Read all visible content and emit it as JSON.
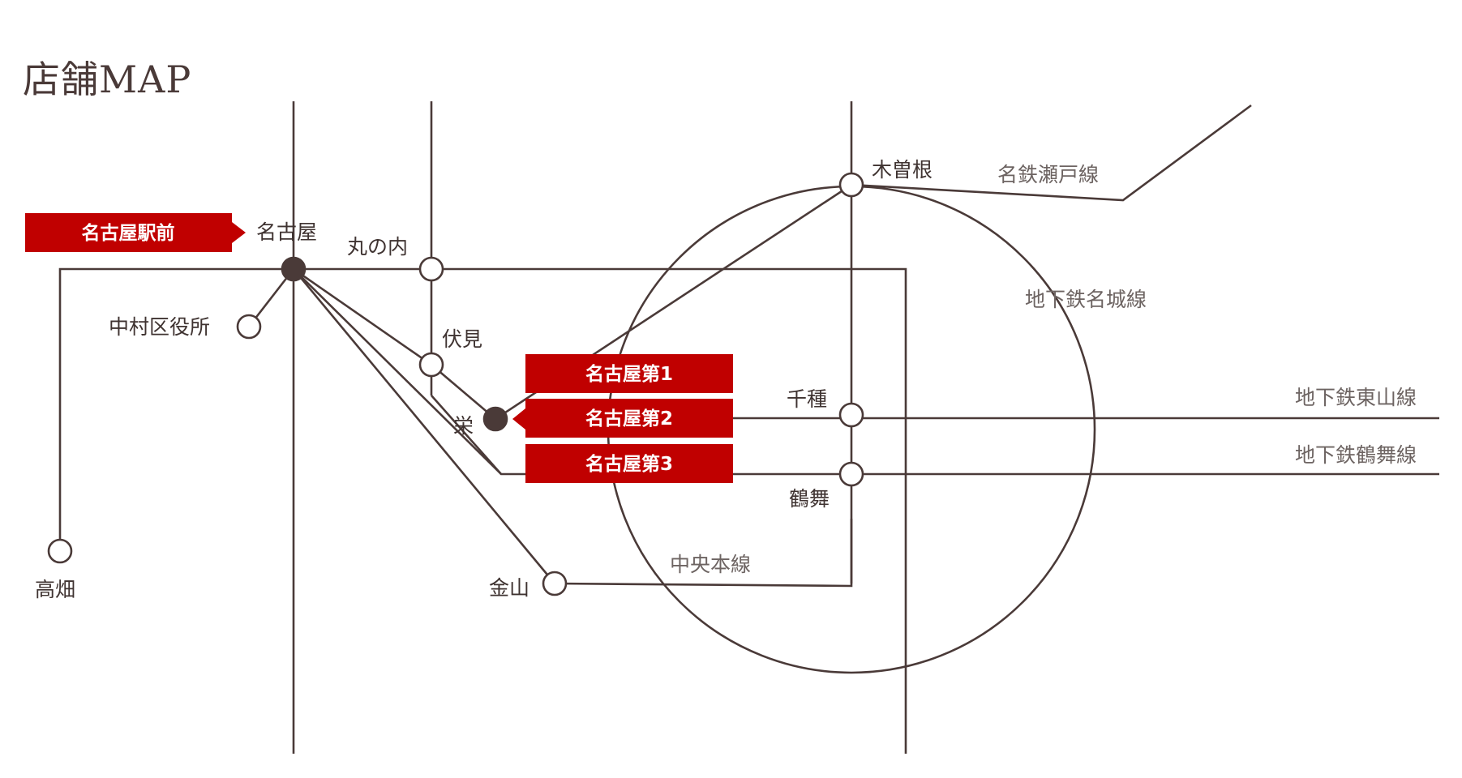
{
  "title": "店舗MAP",
  "colors": {
    "line": "#4a3a38",
    "store": "#c00000",
    "station_label": "#3f3331",
    "line_label": "#6d6462",
    "background": "#ffffff"
  },
  "stores": {
    "nagoya_ekimae": "名古屋駅前",
    "nagoya_1": "名古屋第1",
    "nagoya_2": "名古屋第2",
    "nagoya_3": "名古屋第3"
  },
  "stations": {
    "nagoya": "名古屋",
    "marunouchi": "丸の内",
    "nakamura_kuyakusho": "中村区役所",
    "fushimi": "伏見",
    "sakae": "栄",
    "takabata": "高畑",
    "kanayama": "金山",
    "motoyama": "木曽根",
    "chikusa": "千種",
    "tsurumai": "鶴舞"
  },
  "lines": {
    "meitetsu_seto": "名鉄瀬戸線",
    "meijo": "地下鉄名城線",
    "higashiyama": "地下鉄東山線",
    "tsurumai": "地下鉄鶴舞線",
    "chuo": "中央本線"
  }
}
